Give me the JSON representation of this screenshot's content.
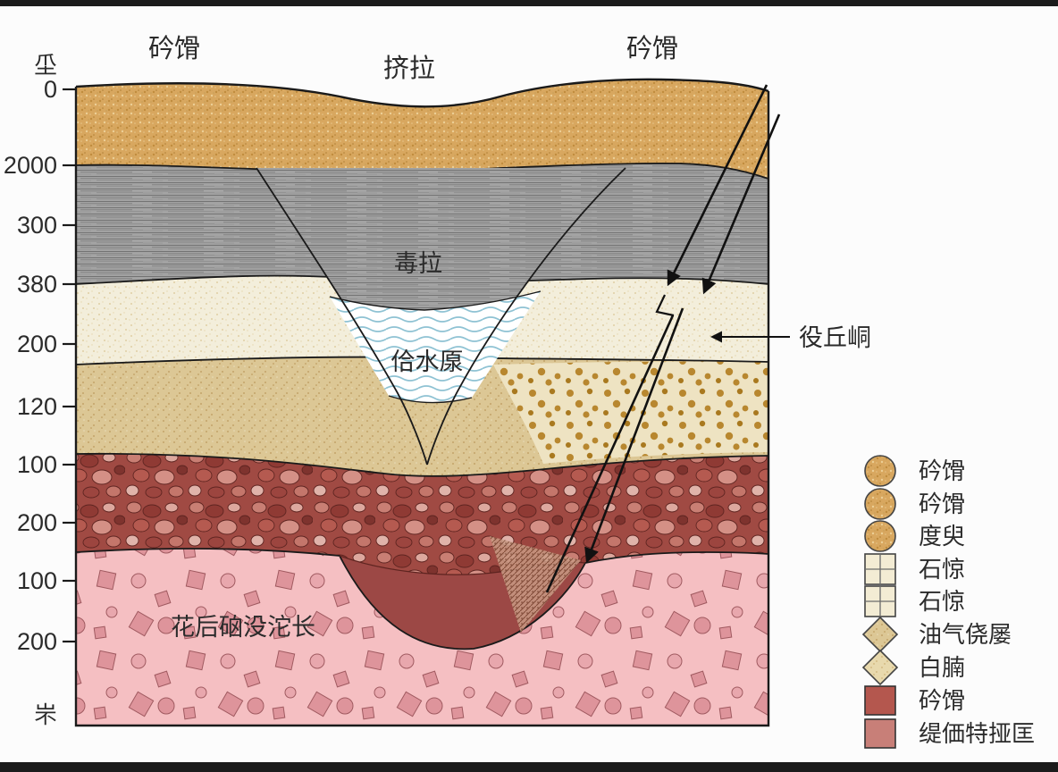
{
  "figure": {
    "type": "geological-cross-section"
  },
  "frame": {
    "top_bar_color": "#1b1b1b",
    "bottom_bar_color": "#1b1b1b",
    "background": "#fcfcfc"
  },
  "axis": {
    "top_char": "坕",
    "bottom_char": "㞸",
    "ticks": [
      {
        "label": "0"
      },
      {
        "label": "2000"
      },
      {
        "label": "300"
      },
      {
        "label": "380"
      },
      {
        "label": "200"
      },
      {
        "label": "120"
      },
      {
        "label": "100"
      },
      {
        "label": "200"
      },
      {
        "label": "100"
      },
      {
        "label": "200"
      }
    ]
  },
  "top_labels": [
    {
      "text": "砛馉"
    },
    {
      "text": "挤拉"
    },
    {
      "text": "砛馉"
    }
  ],
  "labels": {
    "shale": "毒拉",
    "aquifer": "佮水厡",
    "fault": "役丘峒",
    "basement": "花后硇没沱长"
  },
  "legend": {
    "items": [
      {
        "shape": "circle",
        "label": "砛馉",
        "swatch": "sand-speckle"
      },
      {
        "shape": "circle",
        "label": "砛馉",
        "swatch": "sand-speckle"
      },
      {
        "shape": "circle",
        "label": "度臾",
        "swatch": "sand-speckle"
      },
      {
        "shape": "grid-square",
        "label": "石惊",
        "swatch": "limestone-cream"
      },
      {
        "shape": "grid-square",
        "label": "石惊",
        "swatch": "limestone-cream"
      },
      {
        "shape": "diamond",
        "label": "油气侥屡",
        "swatch": "tan-speckle"
      },
      {
        "shape": "diamond",
        "label": "白腩",
        "swatch": "light-tan-speckle"
      },
      {
        "shape": "square",
        "label": "砛馉",
        "swatch": "#b4574e"
      },
      {
        "shape": "square",
        "label": "缇価特挜匡",
        "swatch": "#c87f78"
      }
    ]
  },
  "colors": {
    "sand": "#d8a75f",
    "shale_gray": "#a3a3a3",
    "cream": "#f3eedb",
    "tan": "#dcc795",
    "dots_background": "#eee3c2",
    "dot_brown": "#b8872f",
    "conglomerate_red": "#a04a43",
    "sag_maroon": "#9c4845",
    "basement_pink": "#f5bfc2",
    "clast_pink": "#de949b",
    "water_blue": "#8ec2d3",
    "outline": "#1a1a1a",
    "legend_red": "#b4574e",
    "legend_pink": "#c87f78",
    "text": "#2b2b2b"
  }
}
